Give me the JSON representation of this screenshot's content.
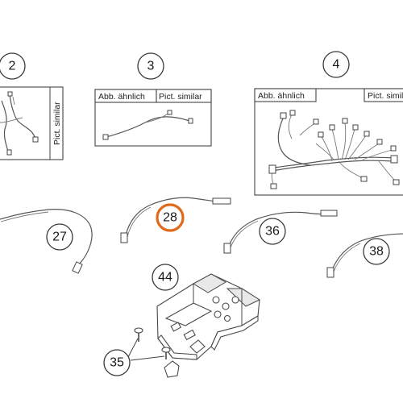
{
  "callouts": [
    {
      "id": "2",
      "label": "2",
      "highlighted": false
    },
    {
      "id": "3",
      "label": "3",
      "highlighted": false
    },
    {
      "id": "4",
      "label": "4",
      "highlighted": false
    },
    {
      "id": "27",
      "label": "27",
      "highlighted": false
    },
    {
      "id": "28",
      "label": "28",
      "highlighted": true
    },
    {
      "id": "36",
      "label": "36",
      "highlighted": false
    },
    {
      "id": "38",
      "label": "38",
      "highlighted": false
    },
    {
      "id": "44",
      "label": "44",
      "highlighted": false
    },
    {
      "id": "35",
      "label": "35",
      "highlighted": false
    }
  ],
  "notes": {
    "abb_similar": "Abb. ähnlich",
    "pict_similar": "Pict. similar"
  },
  "colors": {
    "highlight": "#e06a1b",
    "line": "#444444"
  }
}
